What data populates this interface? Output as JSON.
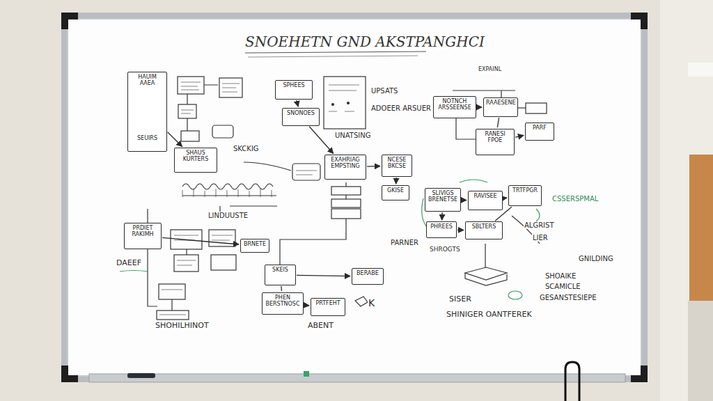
{
  "diagram": {
    "title": "SNOEHETN GND AKSTPANGHCI",
    "nodes": [
      {
        "text": [
          "HAUIM AAEA",
          "SEUIRS"
        ]
      },
      {
        "text": [
          "SHAUS KURTERS"
        ]
      },
      {
        "text": [
          "SPHEES"
        ]
      },
      {
        "text": [
          "SNONOES"
        ]
      },
      {
        "text": [
          "EXAHRIAG EMPSTING"
        ]
      },
      {
        "text": [
          "NCESE BKCSE"
        ]
      },
      {
        "text": [
          "GKISE"
        ]
      },
      {
        "text": [
          "PRDIET RAKIMH"
        ]
      },
      {
        "text": [
          "BRNETE"
        ]
      },
      {
        "text": [
          "SKEIS"
        ]
      },
      {
        "text": [
          "BERABE"
        ]
      },
      {
        "text": [
          "PHEN BERSTNOSC"
        ]
      },
      {
        "text": [
          "PRTFEHT"
        ]
      },
      {
        "text": [
          "NOTNCH ARSSEENSE"
        ]
      },
      {
        "text": [
          "RAAESENE"
        ]
      },
      {
        "text": [
          "RANESI",
          "FPOE"
        ]
      },
      {
        "text": [
          "PARF"
        ]
      },
      {
        "text": [
          "SLIVIGS BRENETSE"
        ]
      },
      {
        "text": [
          "RAVISEE"
        ]
      },
      {
        "text": [
          "TRTFPGR"
        ]
      },
      {
        "text": [
          "PHREES"
        ]
      },
      {
        "text": [
          "SBLTERS"
        ]
      }
    ],
    "edges": [
      {
        "from": 0,
        "to": 1,
        "arrow": "to"
      },
      {
        "from": 2,
        "to": 3,
        "arrow": "to"
      },
      {
        "from": 3,
        "to": 4,
        "arrow": "to"
      },
      {
        "from": 4,
        "to": 5,
        "arrow": "to"
      },
      {
        "from": 5,
        "to": 6,
        "arrow": "to"
      },
      {
        "from": 7,
        "to": 8,
        "arrow": "to"
      },
      {
        "from": 9,
        "to": 10,
        "arrow": "to"
      },
      {
        "from": 9,
        "to": 11,
        "arrow": "none"
      },
      {
        "from": 11,
        "to": 12,
        "arrow": "to"
      },
      {
        "from": 13,
        "to": 14,
        "arrow": "to"
      },
      {
        "from": 14,
        "to": 15,
        "arrow": "none"
      },
      {
        "from": 15,
        "to": 16,
        "arrow": "to"
      },
      {
        "from": 17,
        "to": 18,
        "arrow": "to"
      },
      {
        "from": 18,
        "to": 19,
        "arrow": "to"
      },
      {
        "from": 17,
        "to": 20,
        "arrow": "to"
      },
      {
        "from": 20,
        "to": 21,
        "arrow": "to"
      },
      {
        "from": 21,
        "to": 19,
        "arrow": "none"
      }
    ],
    "labels": [
      "UPSATS",
      "ADOEER ARSUER",
      "SKCKIG",
      "UNATSING",
      "LINDUUSTE",
      "DAEEF",
      "SHOHILHINOT",
      "ABENT",
      "K",
      "EXPAINL",
      "CSSERSPMAL",
      "PARNER",
      "ALGRIST",
      "LIER",
      "SHROGTS",
      "GNILDING",
      "SHOAIKE",
      "SCAMICLE",
      "GESANSTESIEPE",
      "SISER",
      "SHINIGER OANTFEREK"
    ]
  }
}
